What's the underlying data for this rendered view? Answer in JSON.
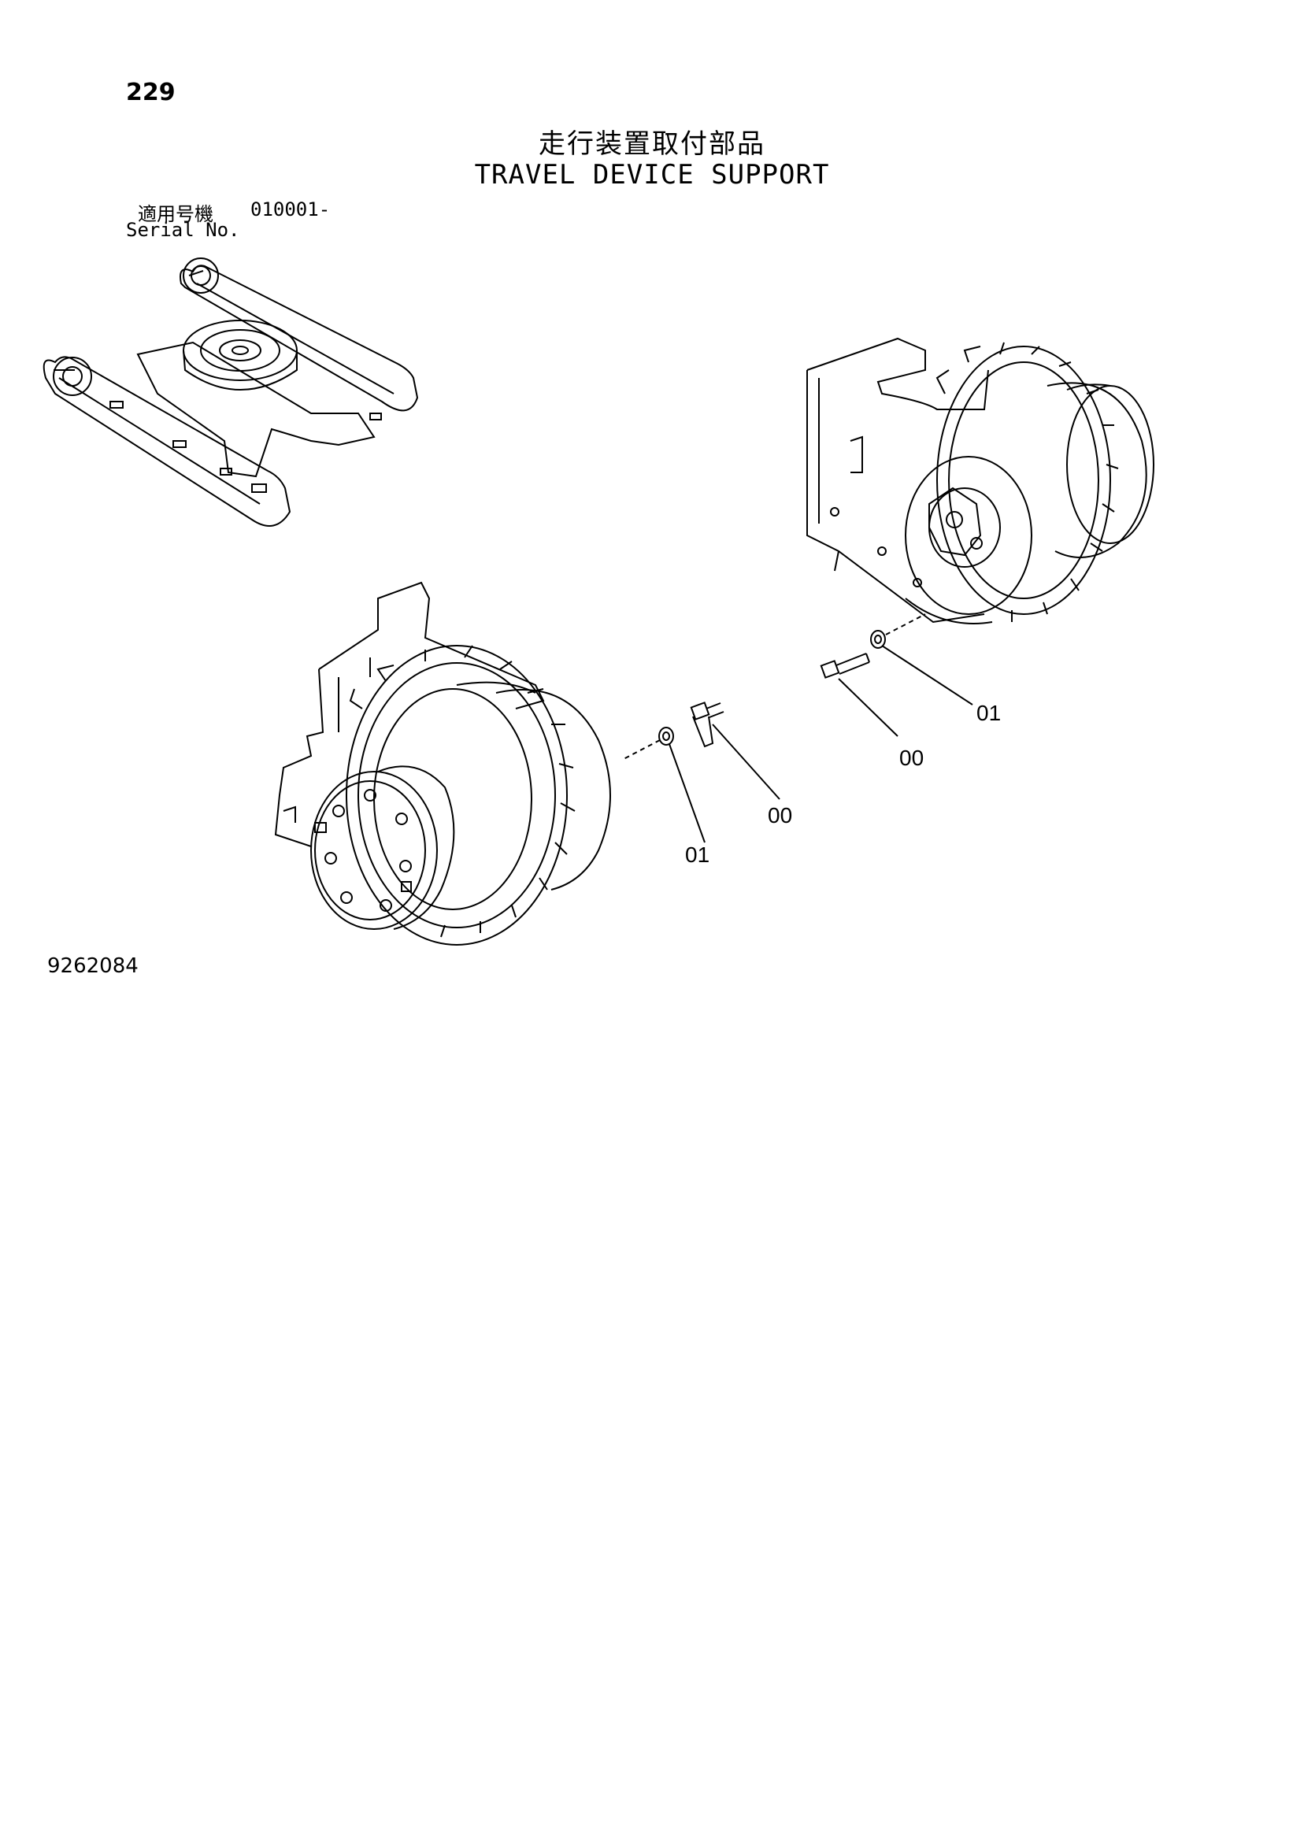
{
  "page_number": "229",
  "title_jp": "走行装置取付部品",
  "title_en": "TRAVEL DEVICE SUPPORT",
  "serial_label_jp": "適用号機",
  "serial_range": "010001-",
  "serial_label_en": "Serial No.",
  "drawing_number": "9262084",
  "callouts": {
    "right_washer": "01",
    "right_bolt": "00",
    "left_bolt": "00",
    "left_washer": "01"
  }
}
